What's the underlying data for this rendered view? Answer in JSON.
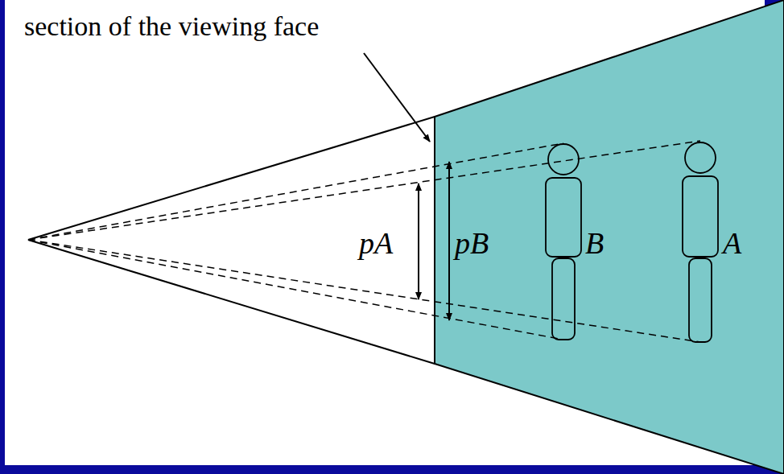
{
  "diagram": {
    "labels": [
      "section of the viewing face",
      "pA",
      "pB",
      "B",
      "A"
    ]
  }
}
